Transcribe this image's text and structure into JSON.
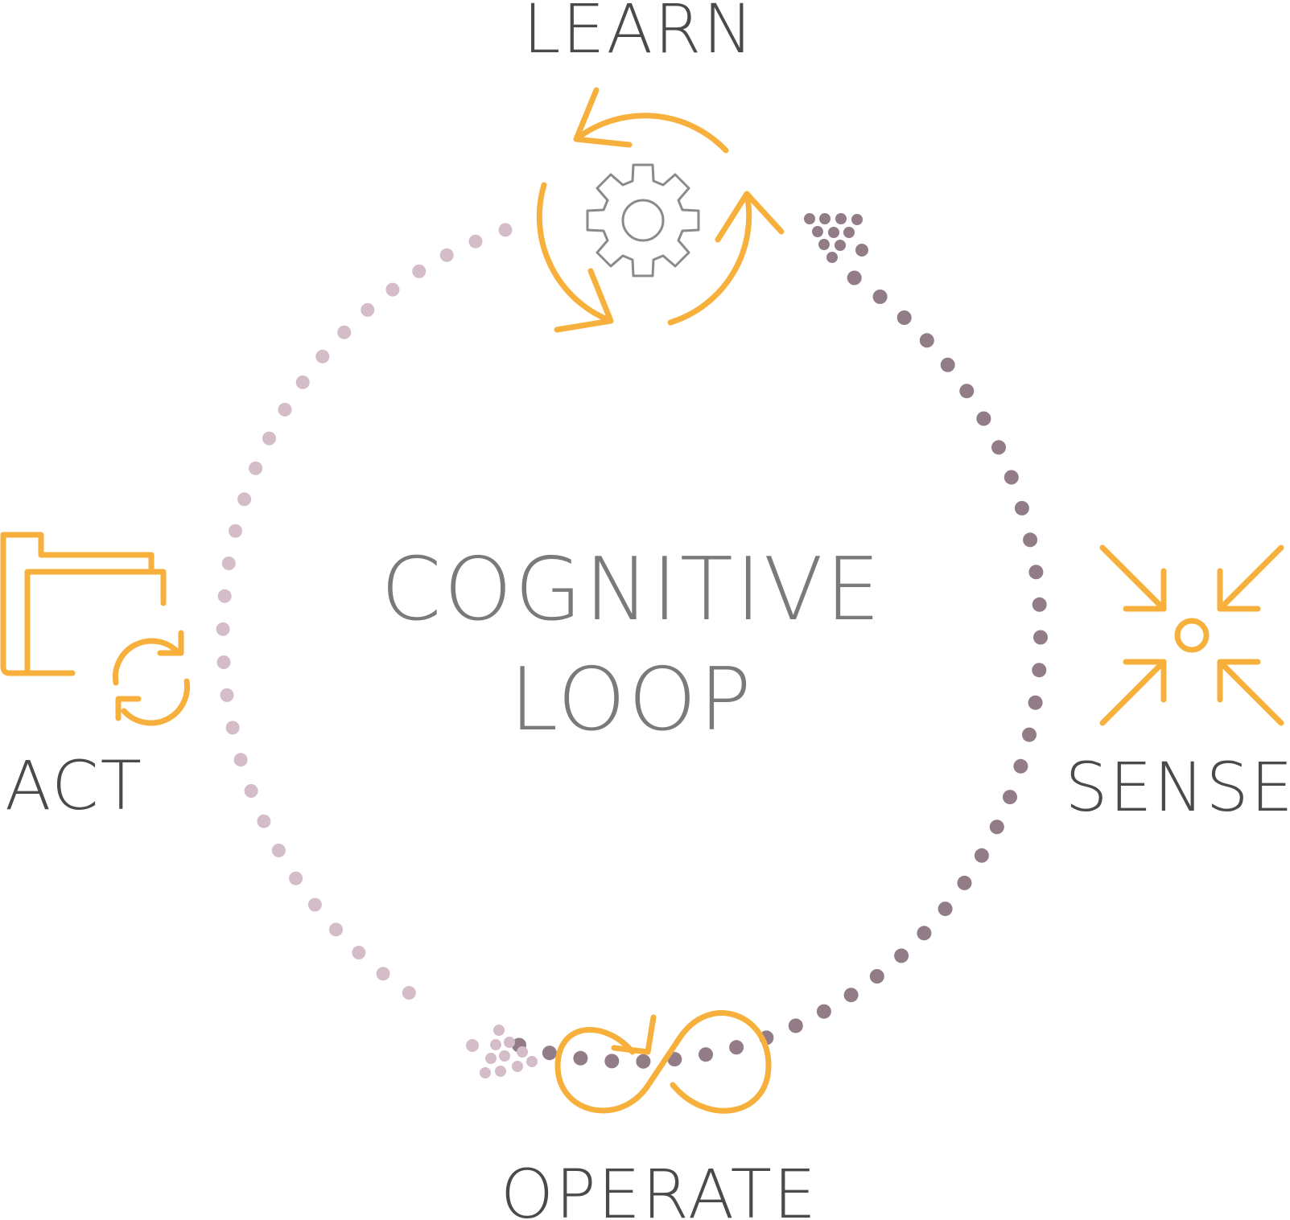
{
  "diagram": {
    "title_line1": "COGNITIVE",
    "title_line2": "LOOP",
    "stages": {
      "learn": "LEARN",
      "sense": "SENSE",
      "operate": "OPERATE",
      "act": "ACT"
    }
  },
  "colors": {
    "accent": "#F7B03C",
    "label_text": "#4a4a4a",
    "title_text": "#7a7a7a",
    "gear": "#8a8a8a",
    "dots_dark": "#917c87",
    "dots_light": "#d4bcc8"
  },
  "icons": {
    "learn": "gear-with-cycle-arrows-icon",
    "sense": "converging-arrows-icon",
    "operate": "infinity-loop-icon",
    "act": "folder-sync-icon"
  }
}
